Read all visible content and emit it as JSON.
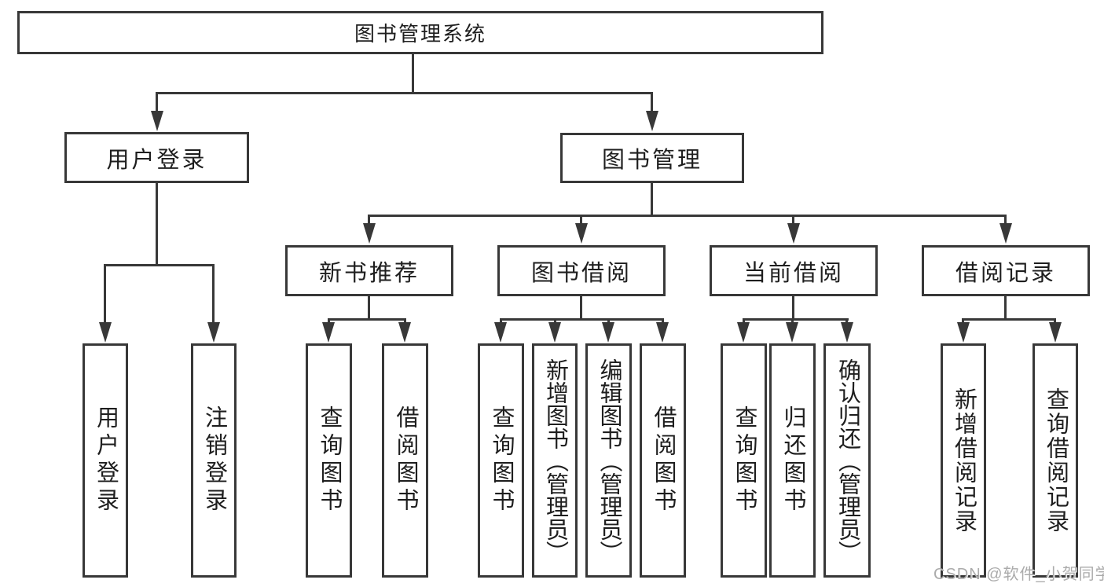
{
  "diagram": {
    "root": {
      "label": "图书管理系统"
    },
    "level2": [
      {
        "label": "用户登录"
      },
      {
        "label": "图书管理"
      }
    ],
    "level3": [
      {
        "label": "新书推荐"
      },
      {
        "label": "图书借阅"
      },
      {
        "label": "当前借阅"
      },
      {
        "label": "借阅记录"
      }
    ],
    "leaves": [
      {
        "label": "用户登录"
      },
      {
        "label": "注销登录"
      },
      {
        "label": "查询图书"
      },
      {
        "label": "借阅图书"
      },
      {
        "label": "查询图书"
      },
      {
        "label": "新增图书（管理员）"
      },
      {
        "label": "编辑图书（管理员）"
      },
      {
        "label": "借阅图书"
      },
      {
        "label": "查询图书"
      },
      {
        "label": "归还图书"
      },
      {
        "label": "确认归还（管理员）"
      },
      {
        "label": "新增借阅记录"
      },
      {
        "label": "查询借阅记录"
      }
    ],
    "watermark": "CSDN @软件_小贺同学",
    "colors": {
      "line": "#383838",
      "box_border": "#383838",
      "box_background": "#ffffff",
      "text": "#1e1e1e",
      "watermark": "#ababab"
    }
  }
}
